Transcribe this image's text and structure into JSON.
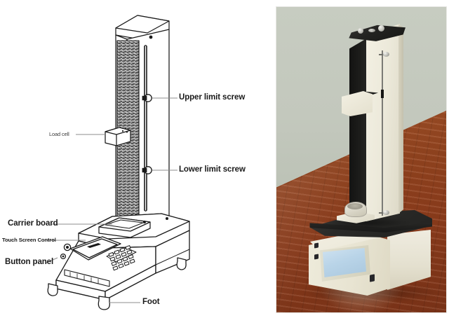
{
  "figure": {
    "title": "Material testing machine — labelled schematic and photograph",
    "panels": [
      {
        "id": "schematic",
        "kind": "line-drawing"
      },
      {
        "id": "photograph",
        "kind": "3d-render-photo"
      }
    ]
  },
  "callouts": [
    {
      "key": "upper_limit_screw",
      "label": "Upper limit screw",
      "style": "bold",
      "side": "right"
    },
    {
      "key": "lower_limit_screw",
      "label": "Lower limit screw",
      "style": "bold",
      "side": "right"
    },
    {
      "key": "load_cell",
      "label": "Load cell",
      "style": "small",
      "side": "left"
    },
    {
      "key": "carrier_board",
      "label": "Carrier board",
      "style": "bold",
      "side": "left"
    },
    {
      "key": "touch_screen",
      "label": "Touch Screen Control",
      "style": "mid",
      "side": "left"
    },
    {
      "key": "button_panel",
      "label": "Button panel",
      "style": "bold",
      "side": "left"
    },
    {
      "key": "foot",
      "label": "Foot",
      "style": "bold",
      "side": "right"
    }
  ],
  "schematic": {
    "parts": [
      "upright column",
      "lead screw / ladder rack",
      "limit slot",
      "load cell carriage",
      "carrier board",
      "console base",
      "touch screen",
      "control knobs",
      "keypad",
      "rubber feet"
    ],
    "line_color": "#1a1a1a",
    "fill_color": "#ffffff",
    "leader_color": "#8d8d8d"
  },
  "photograph": {
    "scene": "machine standing on a wooden floor against a pale green wall",
    "colors": {
      "wall": "#c3c8bd",
      "floor": "#8d3c1b",
      "body": "#ece9da",
      "black_trim": "#1d1d1b",
      "touch_screen": "#b9d4e8",
      "metal": "#b9b9b2"
    },
    "elements": [
      "black cap plate with knobs",
      "cream upright column",
      "black column side face",
      "load cell bracket",
      "guide rod with upper and lower limit screws",
      "black base deck",
      "specimen holder cup",
      "console with touch screen",
      "side push buttons"
    ]
  }
}
